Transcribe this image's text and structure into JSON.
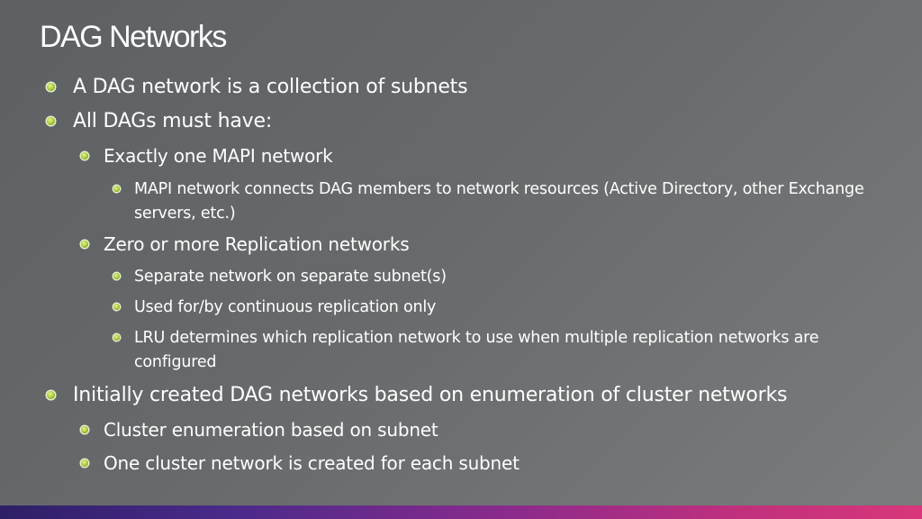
{
  "slide": {
    "title": "DAG Networks",
    "bullets": [
      {
        "level": 1,
        "text": "A DAG network is a collection of subnets"
      },
      {
        "level": 1,
        "text": "All DAGs must have:"
      },
      {
        "level": 2,
        "text": "Exactly one MAPI network"
      },
      {
        "level": 3,
        "text": "MAPI network connects DAG members to network resources (Active Directory, other Exchange servers, etc.)"
      },
      {
        "level": 2,
        "text": "Zero or more Replication networks"
      },
      {
        "level": 3,
        "text": "Separate network on separate subnet(s)"
      },
      {
        "level": 3,
        "text": "Used for/by continuous replication only"
      },
      {
        "level": 3,
        "text": "LRU determines which replication network to use when multiple replication networks are configured"
      },
      {
        "level": 1,
        "text": "Initially created DAG networks based on enumeration of cluster networks"
      },
      {
        "level": 2,
        "text": "Cluster enumeration based on subnet"
      },
      {
        "level": 2,
        "text": "One cluster network is created for each subnet"
      }
    ]
  }
}
